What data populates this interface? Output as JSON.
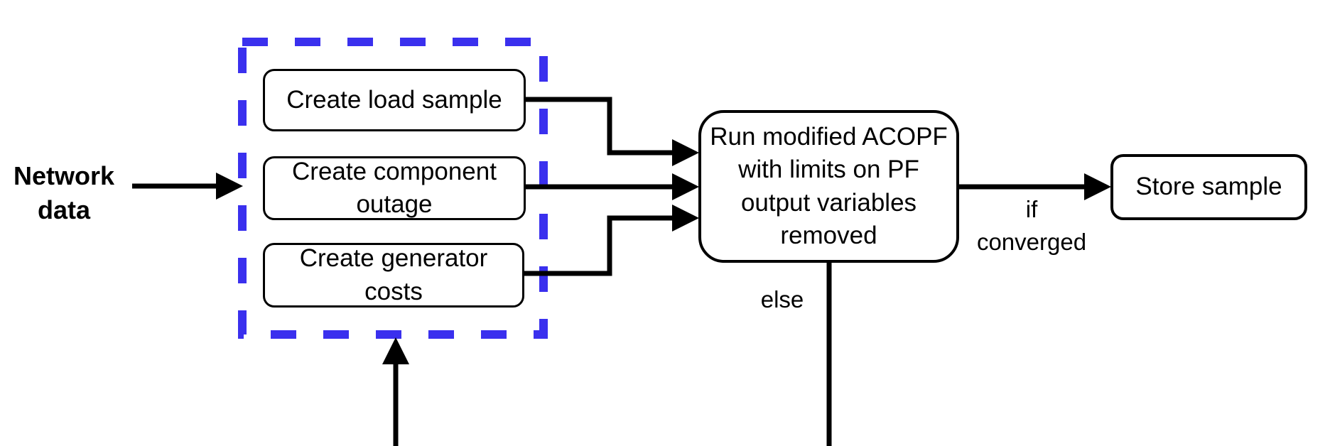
{
  "diagram": {
    "type": "flowchart",
    "background": "#ffffff",
    "colors": {
      "dashed_box": "#3a30ee",
      "line": "#000000",
      "node_fill": "#ffffff",
      "node_border": "#000000",
      "text": "#000000"
    },
    "nodes": {
      "network_data": {
        "label": "Network\ndata"
      },
      "create_load_sample": {
        "label": "Create load sample"
      },
      "create_component_outage": {
        "label": "Create component\noutage"
      },
      "create_generator_costs": {
        "label": "Create generator\ncosts"
      },
      "run_acopf": {
        "label": "Run modified ACOPF\nwith limits on PF\noutput variables\nremoved"
      },
      "store_sample": {
        "label": "Store sample"
      }
    },
    "edge_labels": {
      "if_converged": "if\nconverged",
      "else": "else"
    }
  }
}
